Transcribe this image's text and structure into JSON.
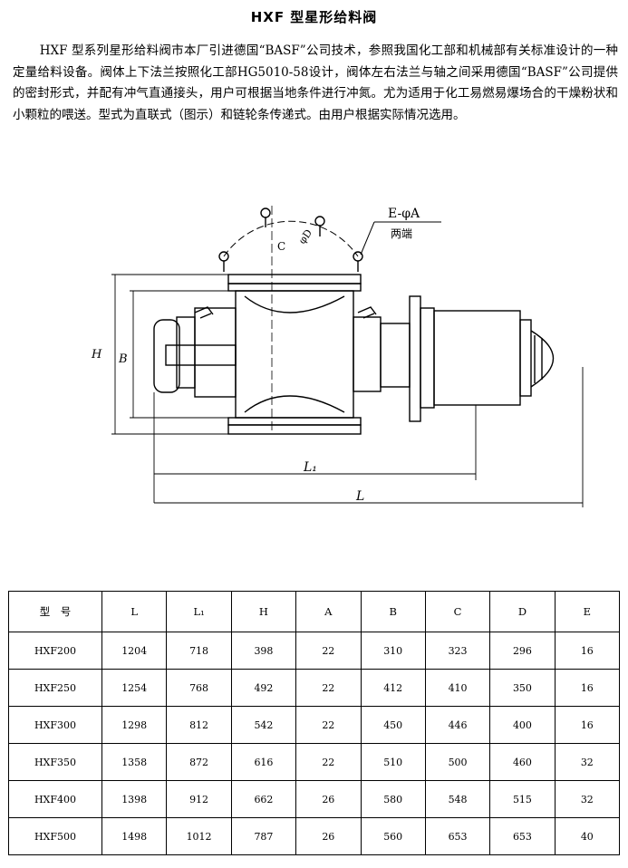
{
  "page": {
    "title": "HXF 型星形给料阀",
    "intro": "HXF 型系列星形给料阀市本厂引进德国“BASF”公司技术，参照我国化工部和机械部有关标准设计的一种定量给料设备。阀体上下法兰按照化工部HG5010-58设计，阀体左右法兰与轴之间采用德国“BASF”公司提供的密封形式，并配有冲气直通接头，用户可根据当地条件进行冲氮。尤为适用于化工易燃易爆场合的干燥粉状和小颗粒的喂送。型式为直联式（图示）和链轮条传递式。由用户根据实际情况选用。"
  },
  "drawing": {
    "label_E": "E-φA",
    "label_both_ends": "两端",
    "label_C": "C",
    "label_D": "φD",
    "label_H": "H",
    "label_B": "B",
    "label_L1": "L₁",
    "label_L": "L"
  },
  "table": {
    "headers": [
      "型　号",
      "L",
      "L₁",
      "H",
      "A",
      "B",
      "C",
      "D",
      "E"
    ],
    "rows": [
      [
        "HXF200",
        "1204",
        "718",
        "398",
        "22",
        "310",
        "323",
        "296",
        "16"
      ],
      [
        "HXF250",
        "1254",
        "768",
        "492",
        "22",
        "412",
        "410",
        "350",
        "16"
      ],
      [
        "HXF300",
        "1298",
        "812",
        "542",
        "22",
        "450",
        "446",
        "400",
        "16"
      ],
      [
        "HXF350",
        "1358",
        "872",
        "616",
        "22",
        "510",
        "500",
        "460",
        "32"
      ],
      [
        "HXF400",
        "1398",
        "912",
        "662",
        "26",
        "580",
        "548",
        "515",
        "32"
      ],
      [
        "HXF500",
        "1498",
        "1012",
        "787",
        "26",
        "560",
        "653",
        "653",
        "40"
      ]
    ]
  }
}
